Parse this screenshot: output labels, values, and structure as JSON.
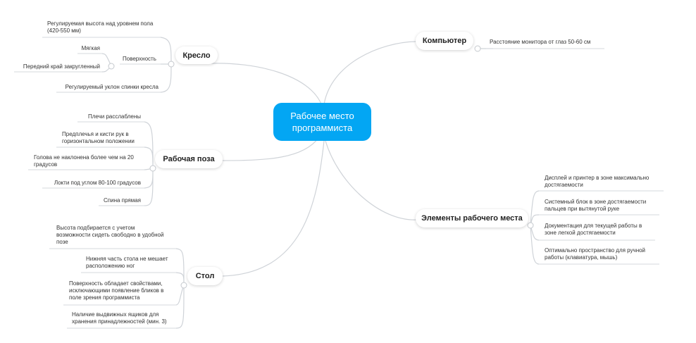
{
  "central": {
    "label": "Рабочее место\nпрограммиста",
    "color": "#03a6f3"
  },
  "topics": {
    "chair": {
      "label": "Кресло",
      "items": [
        "Регулируемая высота над уровнем пола\n(420-550 мм)",
        "Регулируемый уклон спинки кресла"
      ],
      "surface": {
        "label": "Поверхность",
        "items": [
          "Мягкая",
          "Передний край закругленный"
        ]
      }
    },
    "pose": {
      "label": "Рабочая поза",
      "items": [
        "Плечи расслаблены",
        "Предплечья и кисти рук в\nгоризонтальном положении",
        "Голова не наклонена более чем на 20\nградусов",
        "Локти под углом 80-100 градусов",
        "Спина прямая"
      ]
    },
    "desk": {
      "label": "Стол",
      "items": [
        "Высота подбирается с учетом\nвозможности сидеть свободно в удобной\nпозе",
        "Нижняя часть стола не мешает\nрасположению ног",
        "Поверхность обладает свойствами,\nисключающими появление бликов в\nполе зрения программиста",
        "Наличие выдвижных ящиков для\nхранения принадлежностей (мин. 3)"
      ]
    },
    "computer": {
      "label": "Компьютер",
      "items": [
        "Расстояние монитора от глаз 50-60 см"
      ]
    },
    "elements": {
      "label": "Элементы рабочего места",
      "items": [
        "Дисплей и принтер в зоне максимально\nдостягаемости",
        "Системный блок в зоне достягаемости\nпальцев при вытянутой руке",
        "Документация для текущей работы в\nзоне легкой достягаемости",
        "Оптимально пространство для ручной\nработы (клавиатура, мышь)"
      ]
    }
  }
}
